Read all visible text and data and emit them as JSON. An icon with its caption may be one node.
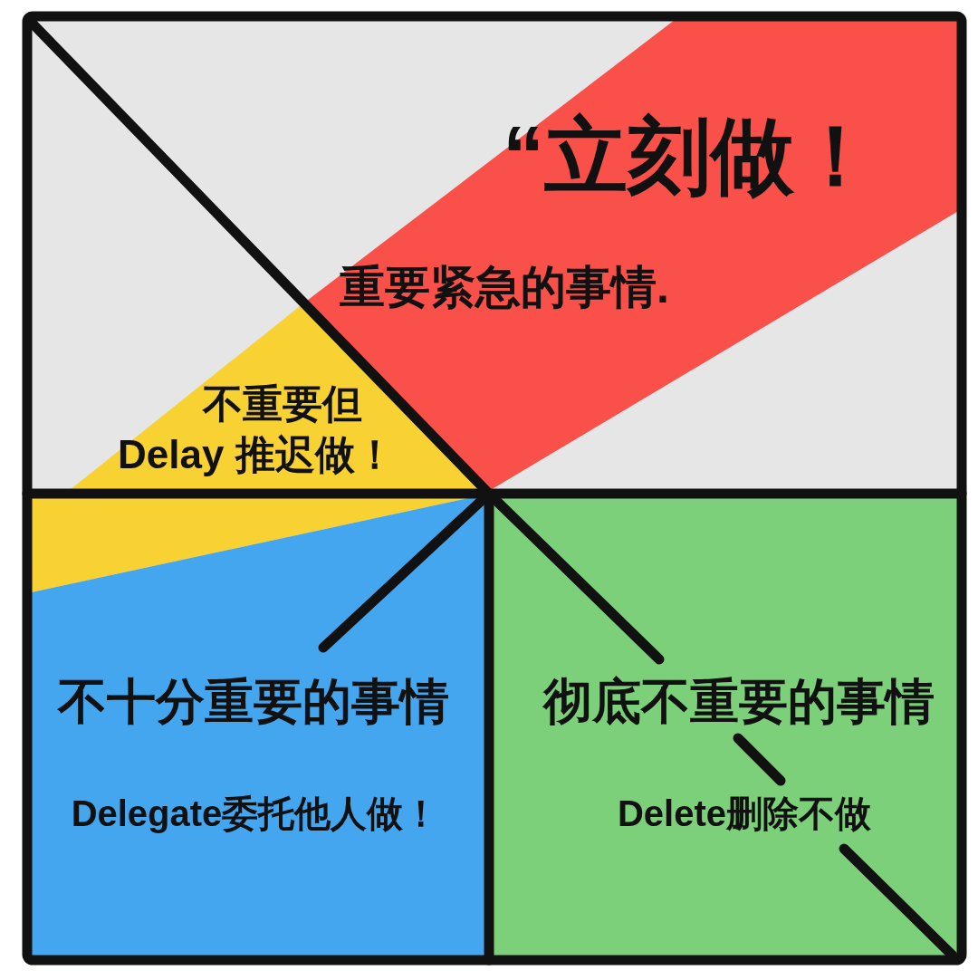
{
  "diagram": {
    "nodes": [
      {
        "text": [
          "“立刻做！",
          "重要紧急的事情."
        ]
      },
      {
        "text": [
          "不重要但",
          "Delay 推迟做！"
        ]
      },
      {
        "text": [
          "不十分重要的事情",
          "Delegate委托他人做！"
        ]
      },
      {
        "text": [
          "彻底不重要的事情",
          "Delete删除不做"
        ]
      }
    ]
  }
}
